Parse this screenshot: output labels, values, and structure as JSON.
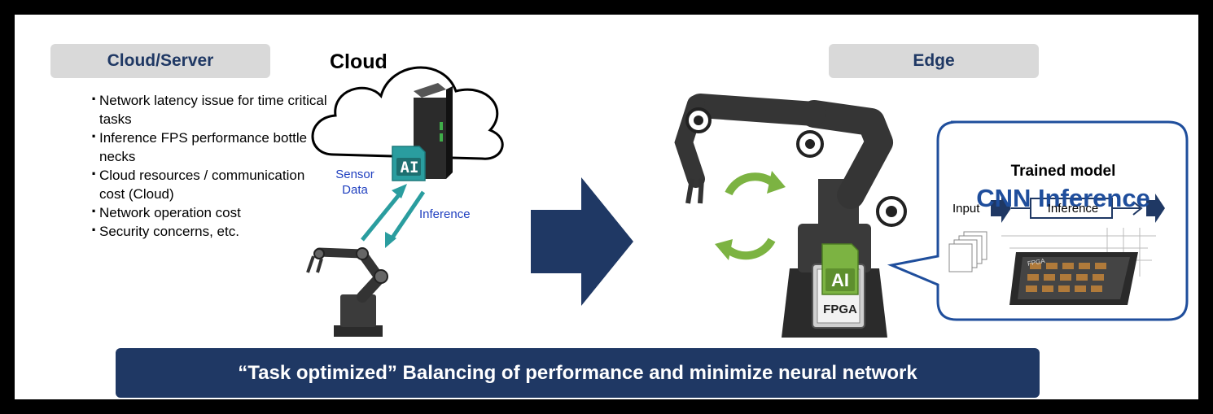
{
  "left_panel": {
    "heading": "Cloud/Server",
    "bullets": [
      "Network latency issue for time critical tasks",
      "Inference FPS performance bottle necks",
      "Cloud resources / communication cost (Cloud)",
      "Network operation cost",
      "Security concerns, etc."
    ]
  },
  "cloud_diagram": {
    "cloud_label": "Cloud",
    "ai_chip_label": "AI",
    "sensor_data_label": "Sensor Data",
    "inference_label": "Inference"
  },
  "right_panel": {
    "heading": "Edge",
    "ai_label": "AI",
    "fpga_label": "FPGA",
    "callout": {
      "title": "Trained model",
      "subtitle": "CNN Inference",
      "input_label": "Input",
      "inference_box_label": "Inference",
      "chip_label": "FPGA"
    }
  },
  "banner": {
    "text": "“Task optimized” Balancing of performance and minimize neural network"
  },
  "colors": {
    "navy": "#1f3864",
    "teal": "#2a9d9f",
    "green": "#7cb342",
    "label_blue": "#1f3fbf"
  }
}
